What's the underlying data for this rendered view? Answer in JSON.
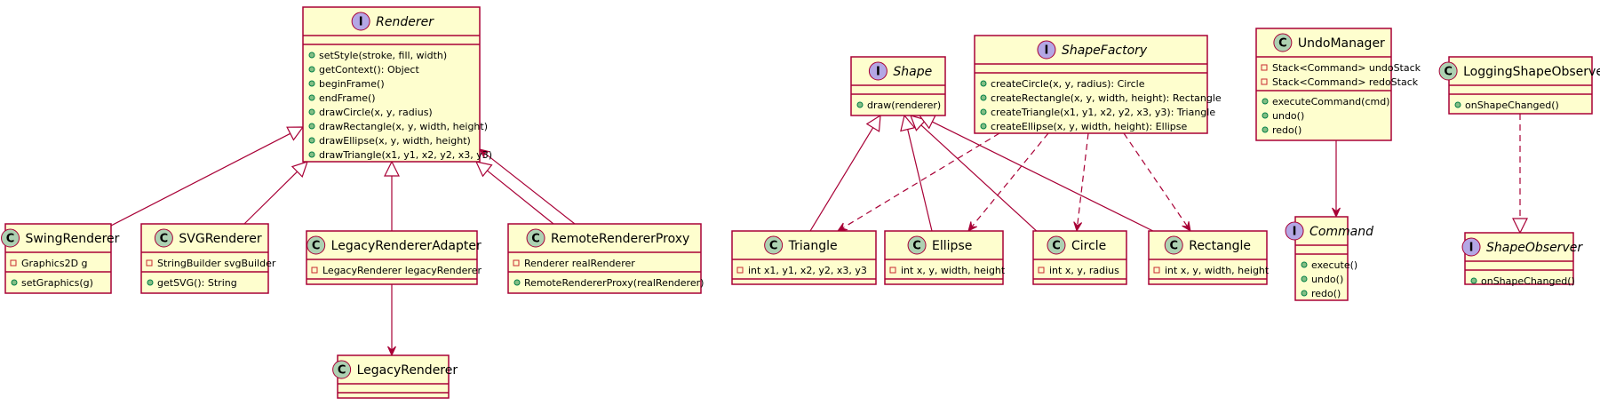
{
  "classes": {
    "renderer": {
      "kind": "I",
      "name": "Renderer",
      "fields": [],
      "methods": [
        "setStyle(stroke, fill, width)",
        "getContext(): Object",
        "beginFrame()",
        "endFrame()",
        "drawCircle(x, y, radius)",
        "drawRectangle(x, y, width, height)",
        "drawEllipse(x, y, width, height)",
        "drawTriangle(x1, y1, x2, y2, x3, y3)"
      ]
    },
    "swing_renderer": {
      "kind": "C",
      "name": "SwingRenderer",
      "fields": [
        "Graphics2D g"
      ],
      "methods": [
        "setGraphics(g)"
      ]
    },
    "svg_renderer": {
      "kind": "C",
      "name": "SVGRenderer",
      "fields": [
        "StringBuilder svgBuilder"
      ],
      "methods": [
        "getSVG(): String"
      ]
    },
    "legacy_renderer_adapter": {
      "kind": "C",
      "name": "LegacyRendererAdapter",
      "fields": [
        "LegacyRenderer legacyRenderer"
      ],
      "methods": []
    },
    "remote_renderer_proxy": {
      "kind": "C",
      "name": "RemoteRendererProxy",
      "fields": [
        "Renderer realRenderer"
      ],
      "methods": [
        "RemoteRendererProxy(realRenderer)"
      ]
    },
    "legacy_renderer": {
      "kind": "C",
      "name": "LegacyRenderer",
      "fields": [],
      "methods": []
    },
    "shape": {
      "kind": "I",
      "name": "Shape",
      "fields": [],
      "methods": [
        "draw(renderer)"
      ]
    },
    "shape_factory": {
      "kind": "I",
      "name": "ShapeFactory",
      "fields": [],
      "methods": [
        "createCircle(x, y, radius): Circle",
        "createRectangle(x, y, width, height): Rectangle",
        "createTriangle(x1, y1, x2, y2, x3, y3): Triangle",
        "createEllipse(x, y, width, height): Ellipse"
      ]
    },
    "triangle": {
      "kind": "C",
      "name": "Triangle",
      "fields": [
        "int x1, y1, x2, y2, x3, y3"
      ],
      "methods": []
    },
    "ellipse": {
      "kind": "C",
      "name": "Ellipse",
      "fields": [
        "int x, y, width, height"
      ],
      "methods": []
    },
    "circle": {
      "kind": "C",
      "name": "Circle",
      "fields": [
        "int x, y, radius"
      ],
      "methods": []
    },
    "rectangle": {
      "kind": "C",
      "name": "Rectangle",
      "fields": [
        "int x, y, width, height"
      ],
      "methods": []
    },
    "undo_manager": {
      "kind": "C",
      "name": "UndoManager",
      "fields": [
        "Stack<Command> undoStack",
        "Stack<Command> redoStack"
      ],
      "methods": [
        "executeCommand(cmd)",
        "undo()",
        "redo()"
      ]
    },
    "command": {
      "kind": "I",
      "name": "Command",
      "fields": [],
      "methods": [
        "execute()",
        "undo()",
        "redo()"
      ]
    },
    "logging_shape_observer": {
      "kind": "C",
      "name": "LoggingShapeObserver",
      "fields": [],
      "methods": [
        "onShapeChanged()"
      ]
    },
    "shape_observer": {
      "kind": "I",
      "name": "ShapeObserver",
      "fields": [],
      "methods": [
        "onShapeChanged()"
      ]
    }
  },
  "relations": [
    {
      "from": "swing_renderer",
      "to": "renderer",
      "type": "realization"
    },
    {
      "from": "svg_renderer",
      "to": "renderer",
      "type": "realization"
    },
    {
      "from": "legacy_renderer_adapter",
      "to": "renderer",
      "type": "realization"
    },
    {
      "from": "remote_renderer_proxy",
      "to": "renderer",
      "type": "realization"
    },
    {
      "from": "remote_renderer_proxy",
      "to": "renderer",
      "type": "association"
    },
    {
      "from": "legacy_renderer_adapter",
      "to": "legacy_renderer",
      "type": "association"
    },
    {
      "from": "triangle",
      "to": "shape",
      "type": "realization"
    },
    {
      "from": "ellipse",
      "to": "shape",
      "type": "realization"
    },
    {
      "from": "circle",
      "to": "shape",
      "type": "realization"
    },
    {
      "from": "rectangle",
      "to": "shape",
      "type": "realization"
    },
    {
      "from": "shape_factory",
      "to": "triangle",
      "type": "dependency"
    },
    {
      "from": "shape_factory",
      "to": "ellipse",
      "type": "dependency"
    },
    {
      "from": "shape_factory",
      "to": "circle",
      "type": "dependency"
    },
    {
      "from": "shape_factory",
      "to": "rectangle",
      "type": "dependency"
    },
    {
      "from": "undo_manager",
      "to": "command",
      "type": "association"
    },
    {
      "from": "logging_shape_observer",
      "to": "shape_observer",
      "type": "realization"
    }
  ],
  "colors": {
    "box_fill": "#fefece",
    "border": "#a80036",
    "class_badge": "#add1b2",
    "interface_badge": "#b4a7e5",
    "public_marker": "#84be84",
    "private_marker": "#c82930"
  }
}
